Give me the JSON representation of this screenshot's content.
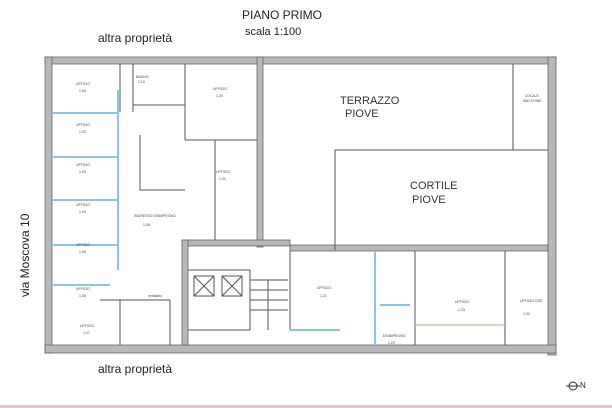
{
  "header": {
    "title": "PIANO PRIMO",
    "scale": "scala 1:100"
  },
  "neighbors": {
    "top": "altra proprietà",
    "bottom": "altra proprietà"
  },
  "street": "via Moscova 10",
  "areas": {
    "terrace": [
      "TERRAZZO",
      "PIOVE"
    ],
    "courtyard": [
      "CORTILE",
      "PIOVE"
    ],
    "machine_room": [
      "LOCALE",
      "MACCHINE"
    ]
  },
  "rooms": [
    {
      "name": "UFFICIO",
      "id": "1.00"
    },
    {
      "name": "UFFICIO",
      "id": "1.02"
    },
    {
      "name": "UFFICIO",
      "id": "1.03"
    },
    {
      "name": "UFFICIO",
      "id": "1.04"
    },
    {
      "name": "UFFICIO",
      "id": "1.05"
    },
    {
      "name": "UFFICIO",
      "id": "1.06"
    },
    {
      "name": "UFFICIO",
      "id": "1.07"
    },
    {
      "name": "UFFICIO",
      "id": "1.01"
    },
    {
      "name": "BAGNO",
      "id": "1.10"
    },
    {
      "name": "INGRESSO DISIMPEGNO",
      "id": "1.08"
    },
    {
      "name": "UFFICIO",
      "id": "1.20"
    },
    {
      "name": "UFFICIO",
      "id": "1.21"
    },
    {
      "name": "DISIMPEGNO",
      "id": "1.22"
    },
    {
      "name": "UFFICIO",
      "id": "1.23"
    },
    {
      "name": "UFFICIO CED",
      "id": "1.24"
    }
  ],
  "misc": {
    "closet": "ventilabo",
    "north": "N"
  }
}
